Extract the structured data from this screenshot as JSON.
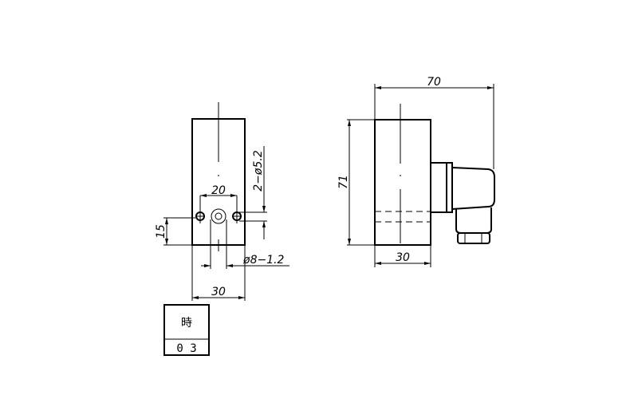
{
  "front_view": {
    "dim_hole_spacing": "20",
    "dim_hole_height": "15",
    "dim_holes": "2−ø5.2",
    "dim_center_hole": "ø8−1.2",
    "dim_width": "30"
  },
  "side_view": {
    "dim_total_length": "70",
    "dim_height": "71",
    "dim_width": "30"
  },
  "title_block": {
    "label": "時",
    "number": "0 3"
  }
}
